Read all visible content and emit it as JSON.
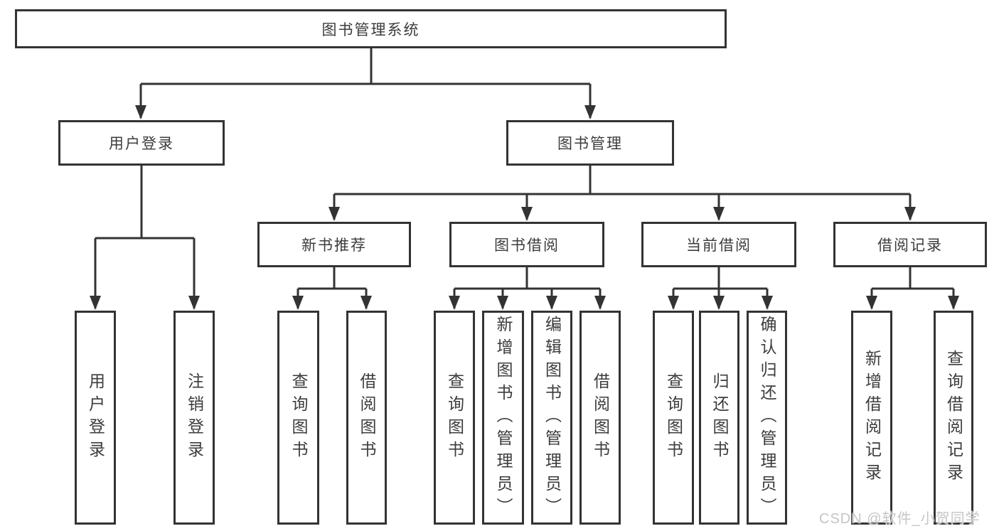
{
  "diagram": {
    "root": "图书管理系统",
    "level2": [
      {
        "label": "用户登录",
        "children": [
          "用户登录",
          "注销登录"
        ]
      },
      {
        "label": "图书管理",
        "children": [
          {
            "label": "新书推荐",
            "children": [
              "查询图书",
              "借阅图书"
            ]
          },
          {
            "label": "图书借阅",
            "children": [
              "查询图书",
              "新增图书（管理员）",
              "编辑图书（管理员）",
              "借阅图书"
            ]
          },
          {
            "label": "当前借阅",
            "children": [
              "查询图书",
              "归还图书",
              "确认归还（管理员）"
            ]
          },
          {
            "label": "借阅记录",
            "children": [
              "新增借阅记录",
              "查询借阅记录"
            ]
          }
        ]
      }
    ]
  },
  "watermark": "CSDN @软件_小贺同学",
  "colors": {
    "line": "#333333",
    "box_border": "#333333",
    "box_bg": "#ffffff",
    "text": "#3c3c3c",
    "watermark": "#c5c5c5",
    "background": "#ffffff"
  }
}
